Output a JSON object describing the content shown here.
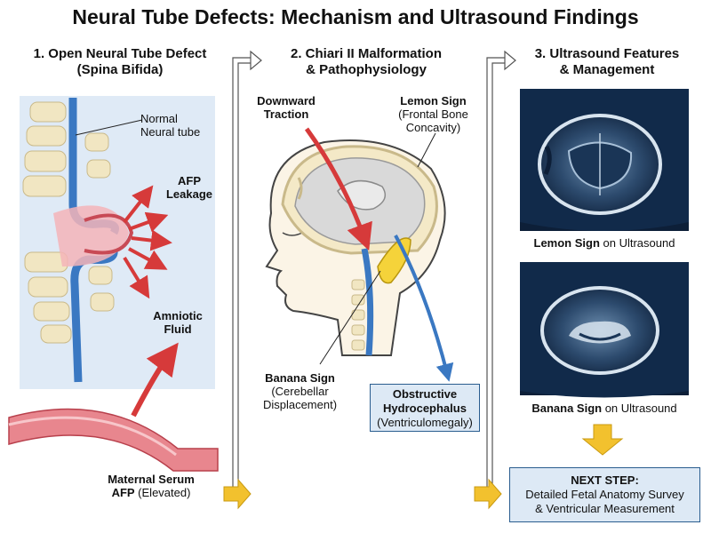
{
  "title": "Neural Tube Defects: Mechanism and Ultrasound Findings",
  "panel1": {
    "heading_line1": "1. Open Neural Tube Defect",
    "heading_line2": "(Spina Bifida)",
    "normal_tube_l1": "Normal",
    "normal_tube_l2": "Neural tube",
    "afp_l1": "AFP",
    "afp_l2": "Leakage",
    "amniotic_l1": "Amniotic",
    "amniotic_l2": "Fluid",
    "serum_l1": "Maternal Serum",
    "serum_l2_bold": "AFP",
    "serum_l2_rest": " (Elevated)"
  },
  "panel2": {
    "heading_line1": "2. Chiari II Malformation",
    "heading_line2": "& Pathophysiology",
    "traction_l1": "Downward",
    "traction_l2": "Traction",
    "lemon_l1": "Lemon Sign",
    "lemon_l2": "(Frontal Bone",
    "lemon_l3": "Concavity)",
    "banana_l1": "Banana Sign",
    "banana_l2": "(Cerebellar",
    "banana_l3": "Displacement)",
    "hydro_l1": "Obstructive",
    "hydro_l2": "Hydrocephalus",
    "hydro_l3": "(Ventriculomegaly)"
  },
  "panel3": {
    "heading_line1": "3. Ultrasound Features",
    "heading_line2": "& Management",
    "lemon_caption_bold": "Lemon Sign",
    "lemon_caption_rest": " on Ultrasound",
    "banana_caption_bold": "Banana Sign",
    "banana_caption_rest": " on Ultrasound",
    "next_step_title": "NEXT STEP:",
    "next_step_l1": "Detailed Fetal Anatomy Survey",
    "next_step_l2": "& Ventricular Measurement"
  },
  "colors": {
    "arrow_red": "#d63a3a",
    "arrow_yellow": "#f2c12e",
    "box_blue": "#dde9f5",
    "box_border": "#2a5d8f",
    "amniotic_bg": "#dfeaf6",
    "ultrasound_bg": "#0d1f38"
  }
}
